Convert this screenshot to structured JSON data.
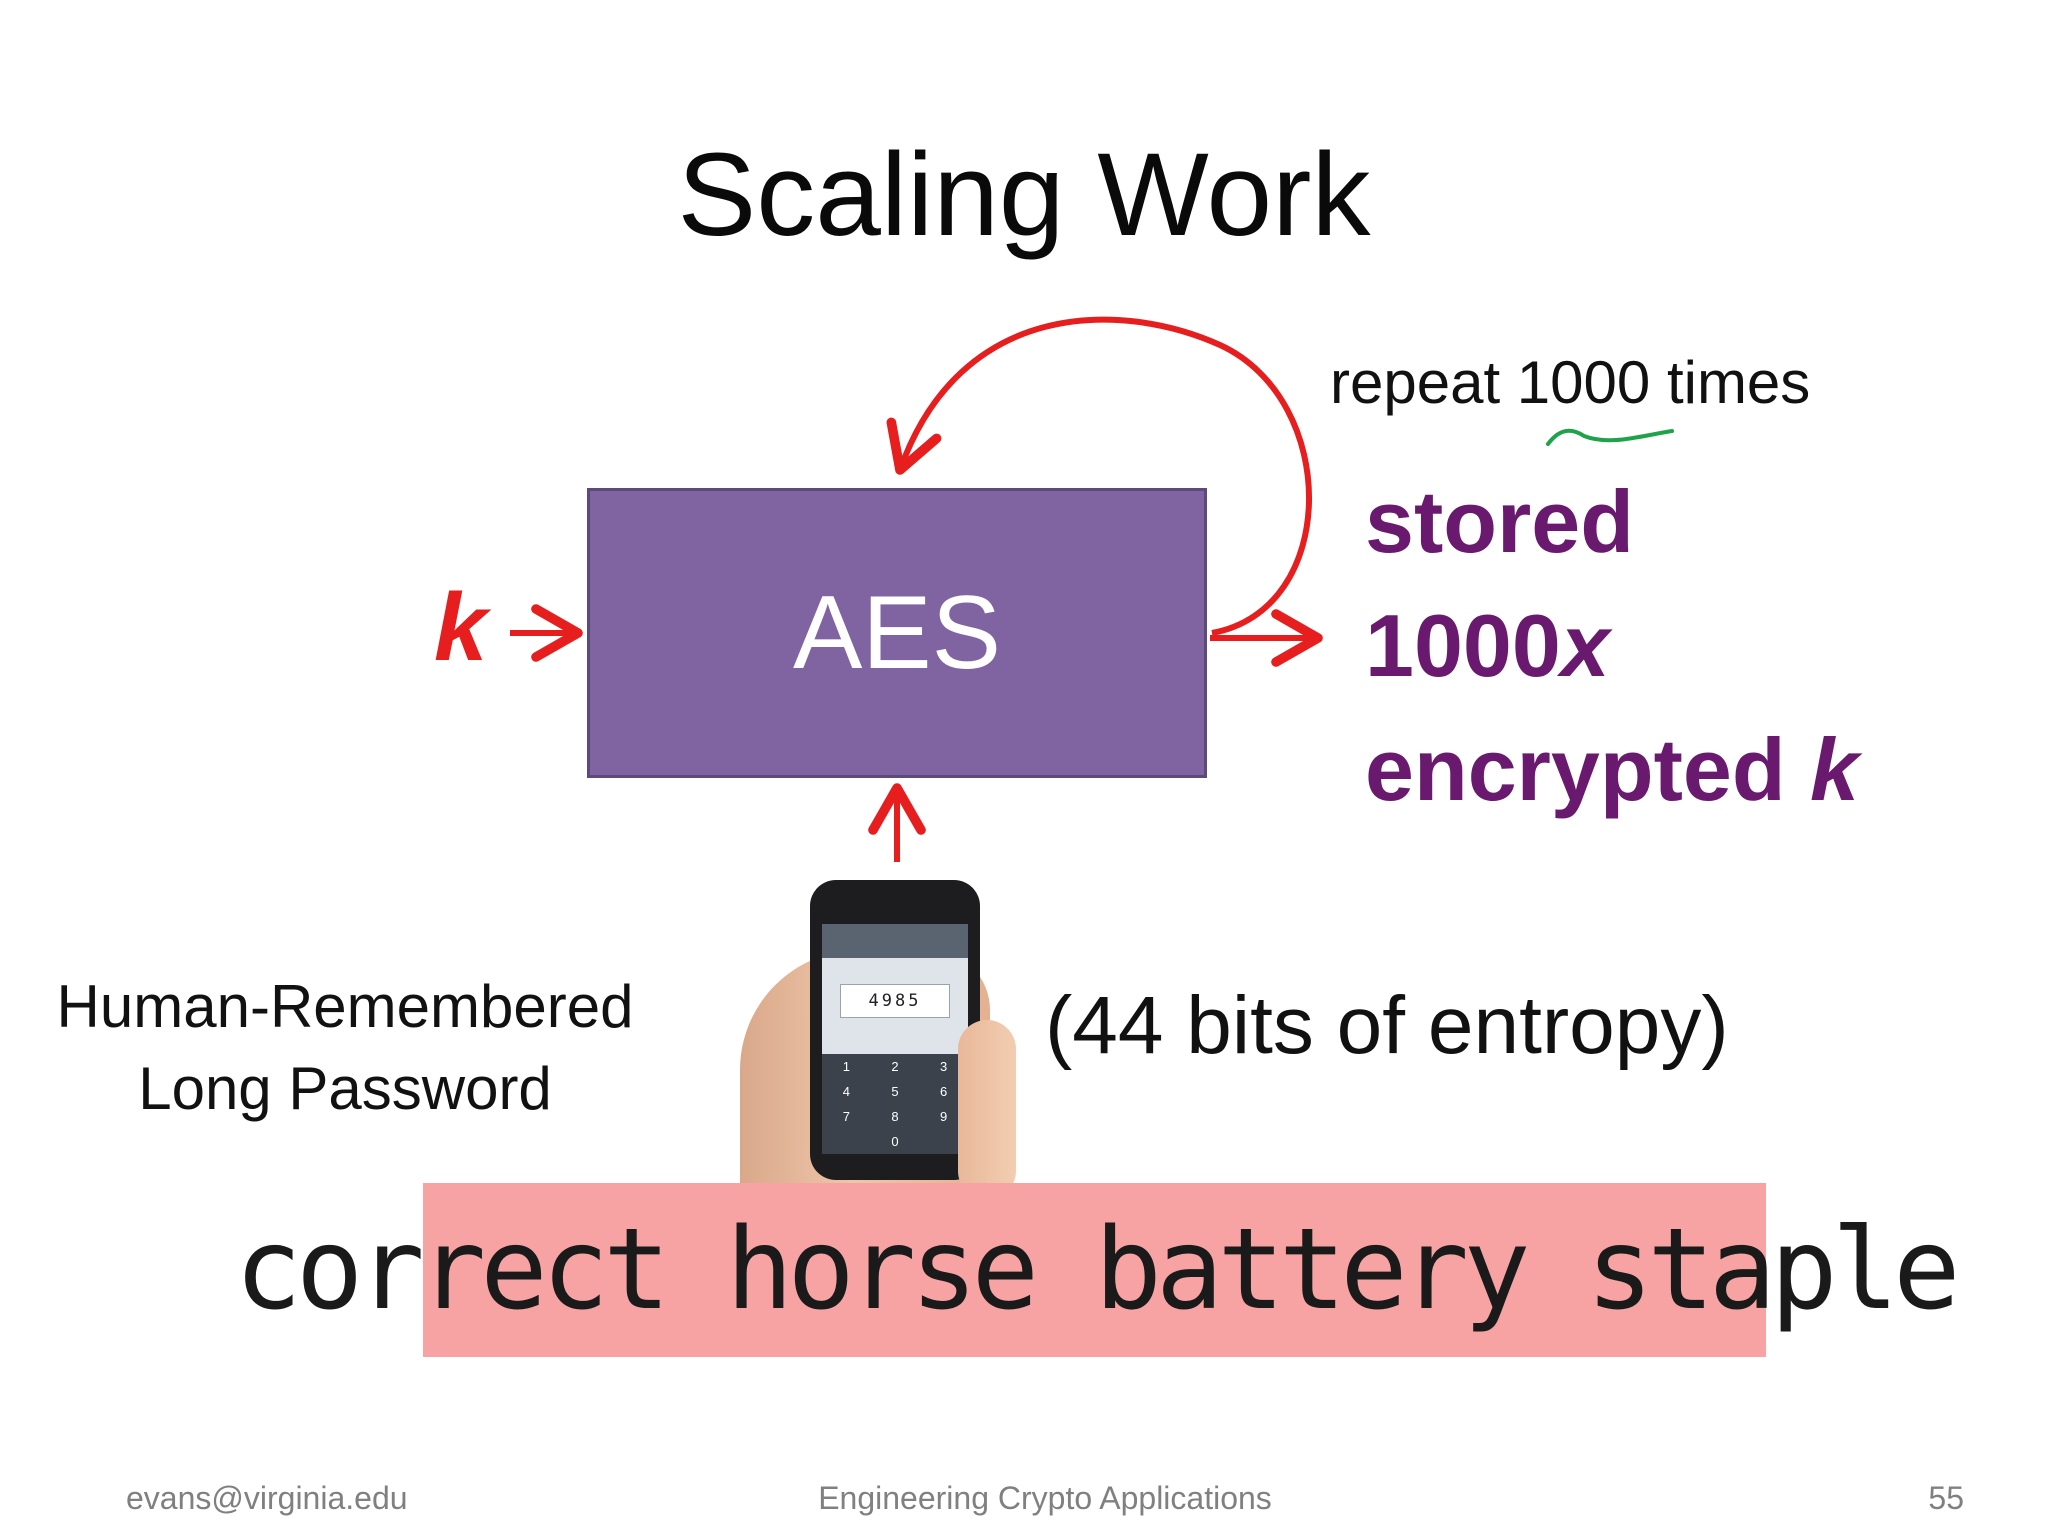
{
  "slide": {
    "title": "Scaling Work",
    "aes_label": "AES",
    "key_label": "k",
    "repeat_label": "repeat 1000 times",
    "output": {
      "line1": "stored",
      "line2_num": "1000",
      "line2_var": "x",
      "line3_text": "encrypted ",
      "line3_var": "k"
    },
    "human_label_line1": "Human-Remembered",
    "human_label_line2": "Long Password",
    "entropy_label": "(44 bits of entropy)",
    "phone_code": "4985",
    "phone_keys": [
      "1",
      "2",
      "3",
      "4",
      "5",
      "6",
      "7",
      "8",
      "9",
      "",
      "0",
      ""
    ],
    "password_example": "correct horse battery staple"
  },
  "footer": {
    "email": "evans@virginia.edu",
    "course": "Engineering Crypto Applications",
    "page": "55"
  },
  "colors": {
    "aes_fill": "#8064a2",
    "arrow_red": "#e61e1e",
    "output_purple": "#6a1a6e",
    "password_bg": "#f7a3a3",
    "annotation_green": "#1fa34a"
  }
}
